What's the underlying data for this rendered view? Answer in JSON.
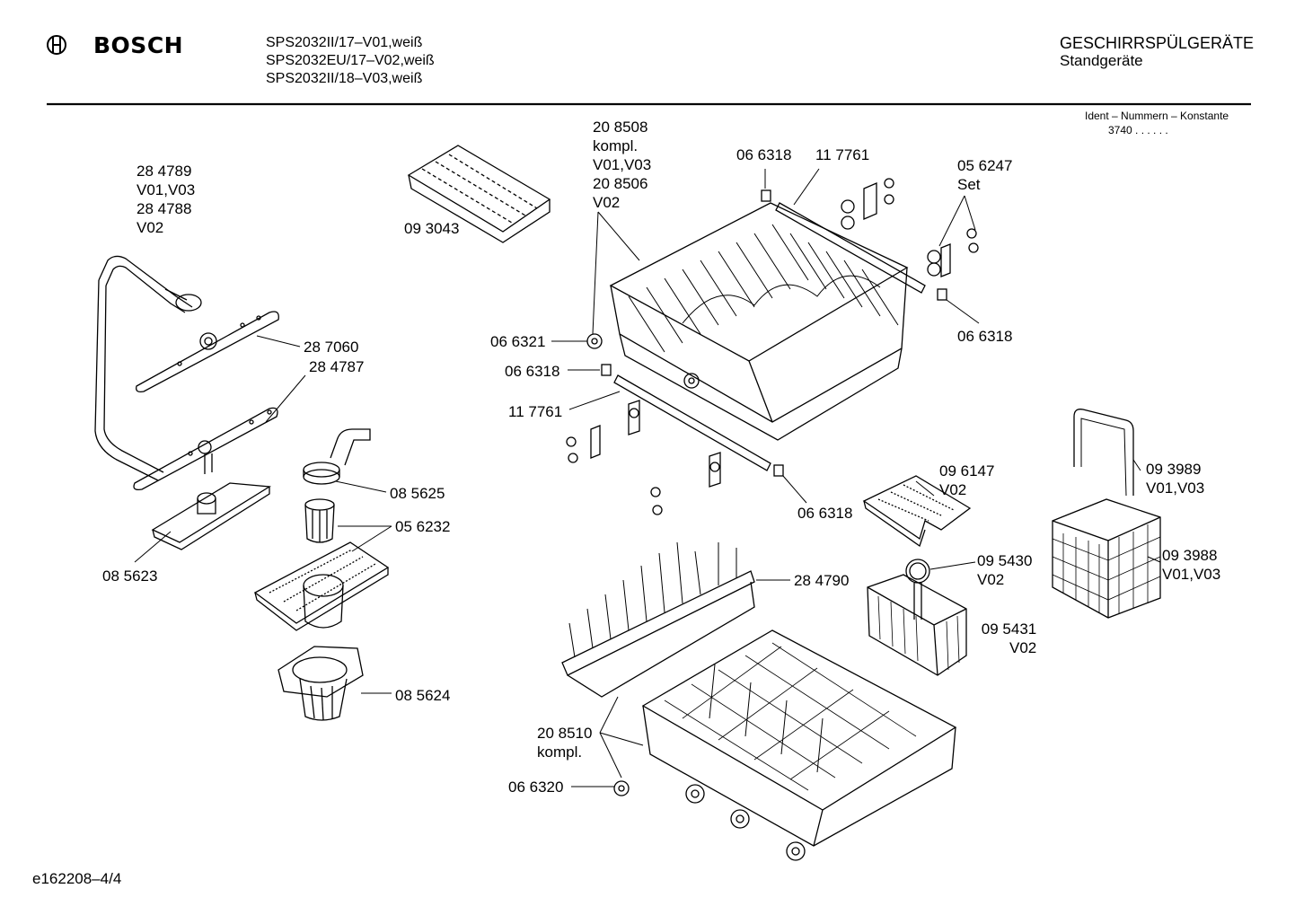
{
  "header": {
    "brand": "BOSCH",
    "models": [
      "SPS2032II/17–V01,weiß",
      "SPS2032EU/17–V02,weiß",
      "SPS2032II/18–V03,weiß"
    ],
    "category": "GESCHIRRSPÜLGERÄTE",
    "subcategory": "Standgeräte",
    "ident_label": "Ident – Nummern – Konstante",
    "ident_value": "3740 . . . . . ."
  },
  "parts": {
    "p284789": [
      "28 4789",
      "V01,V03",
      "28 4788",
      "V02"
    ],
    "p093043": "09 3043",
    "p208508": [
      "20 8508",
      "kompl.",
      "V01,V03",
      "20 8506",
      "V02"
    ],
    "p066318_top": "06 6318",
    "p117761_top": "11 7761",
    "p056247": [
      "05 6247",
      "Set"
    ],
    "p066318_right": "06 6318",
    "p287060": "28 7060",
    "p284787": "28 4787",
    "p066321": "06 6321",
    "p066318_mid": "06 6318",
    "p117761_mid": "11 7761",
    "p096147": [
      "09 6147",
      "V02"
    ],
    "p066318_low": "06 6318",
    "p093989": [
      "09 3989",
      "V01,V03"
    ],
    "p085625": "08 5625",
    "p056232": "05 6232",
    "p085623": "08 5623",
    "p093988": [
      "09 3988",
      "V01,V03"
    ],
    "p284790": "28 4790",
    "p095430": [
      "09 5430",
      "V02"
    ],
    "p095431": [
      "09 5431",
      "V02"
    ],
    "p085624": "08 5624",
    "p208510": [
      "20 8510",
      "kompl."
    ],
    "p066320": "06 6320"
  },
  "footer": {
    "doc_id": "e162208–4/4"
  }
}
